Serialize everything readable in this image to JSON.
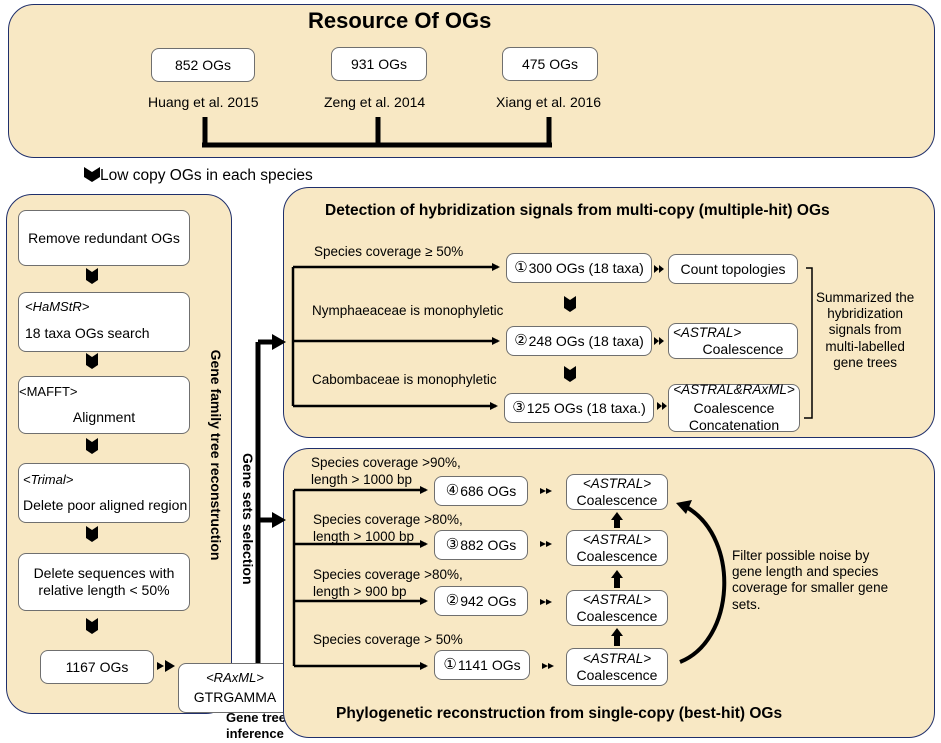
{
  "resource": {
    "title": "Resource Of OGs",
    "sources": [
      {
        "count": "852 OGs",
        "ref": "Huang et al. 2015"
      },
      {
        "count": "931 OGs",
        "ref": "Zeng et al. 2014"
      },
      {
        "count": "475 OGs",
        "ref": "Xiang et al. 2016"
      }
    ],
    "arrow_label": "Low copy OGs in each species"
  },
  "pipeline": {
    "step1": "Remove redundant OGs",
    "step2_tool": "<HaMStR>",
    "step2_text": "18 taxa OGs search",
    "step3_tool": "<MAFFT>",
    "step3_text": "Alignment",
    "step4_tool": "<Trimal>",
    "step4_text": "Delete poor aligned region",
    "step5_line1": "Delete sequences with",
    "step5_line2": "relative length < 50%",
    "result": "1167 OGs",
    "vertical_label": "Gene family tree reconstruction",
    "raxml_tool": "<RAxML>",
    "raxml_text": "GTRGAMMA",
    "gene_tree_label_1": "Gene tree",
    "gene_tree_label_2": "inference",
    "gene_sets_label": "Gene sets selection"
  },
  "multi": {
    "title": "Detection of hybridization signals from multi-copy (multiple-hit) OGs",
    "criteria": [
      "Species coverage ≥ 50%",
      "Nymphaeaceae is monophyletic",
      "Cabombaceae is monophyletic"
    ],
    "sets": [
      {
        "num": "①",
        "label": "300 OGs (18 taxa)"
      },
      {
        "num": "②",
        "label": "248 OGs (18 taxa)"
      },
      {
        "num": "③",
        "label": "125 OGs (18 taxa.)"
      }
    ],
    "methods": [
      {
        "tool": "",
        "text": "Count topologies"
      },
      {
        "tool": "<ASTRAL>",
        "text": "Coalescence"
      },
      {
        "tool": "<ASTRAL&RAxML>",
        "text": "Coalescence",
        "text2": "Concatenation"
      }
    ],
    "summary": [
      "Summarized the",
      "hybridization",
      "signals from",
      "multi-labelled",
      "gene trees"
    ]
  },
  "single": {
    "title": "Phylogenetic reconstruction from single-copy (best-hit) OGs",
    "criteria": [
      {
        "line1": "Species coverage >90%,",
        "line2": "length > 1000 bp"
      },
      {
        "line1": "Species coverage >80%,",
        "line2": "length > 1000 bp"
      },
      {
        "line1": "Species coverage >80%,",
        "line2": "length > 900 bp"
      },
      {
        "line1": "Species coverage > 50%",
        "line2": ""
      }
    ],
    "sets": [
      {
        "num": "④",
        "label": "686 OGs"
      },
      {
        "num": "③",
        "label": "882 OGs"
      },
      {
        "num": "②",
        "label": "942 OGs"
      },
      {
        "num": "①",
        "label": "1141 OGs"
      }
    ],
    "method_tool": "<ASTRAL>",
    "method_text": "Coalescence",
    "filter_note": [
      "Filter possible noise by",
      "gene length and species",
      "coverage for smaller gene",
      "sets."
    ]
  }
}
